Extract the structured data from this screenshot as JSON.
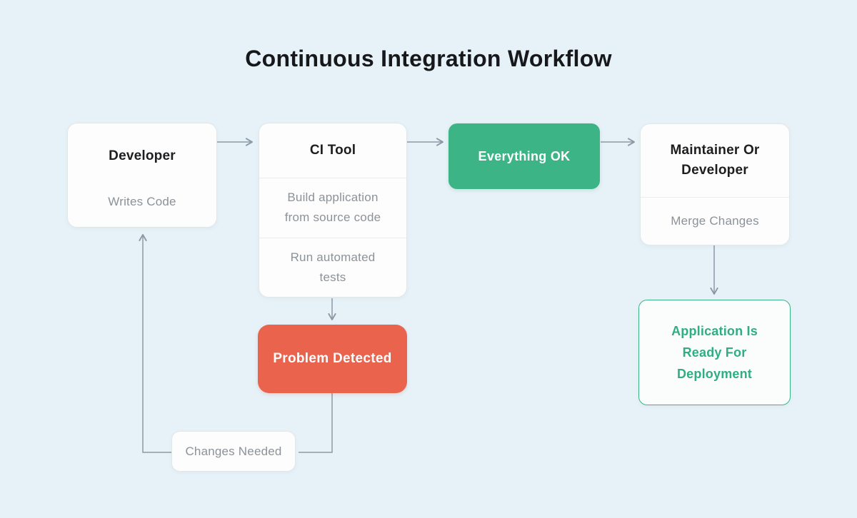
{
  "title": "Continuous Integration Workflow",
  "nodes": {
    "developer": {
      "title": "Developer",
      "subtitle": "Writes Code"
    },
    "ci_tool": {
      "title": "CI Tool",
      "steps": [
        "Build application from source code",
        "Run automated tests"
      ]
    },
    "everything_ok": {
      "label": "Everything OK"
    },
    "maintainer": {
      "title": "Maintainer Or Developer",
      "subtitle": "Merge Changes"
    },
    "application_ready": {
      "label": "Application Is Ready For Deployment"
    },
    "problem_detected": {
      "label": "Problem Detected"
    },
    "changes_needed": {
      "label": "Changes Needed"
    }
  },
  "colors": {
    "background": "#e7f2f8",
    "node_white": "#fdfdfe",
    "success_green": "#3cb486",
    "error_red": "#e9634d",
    "dark_text": "#1c1e20",
    "muted_gray_text": "#8b9298",
    "connector_gray": "#8c99a5"
  }
}
